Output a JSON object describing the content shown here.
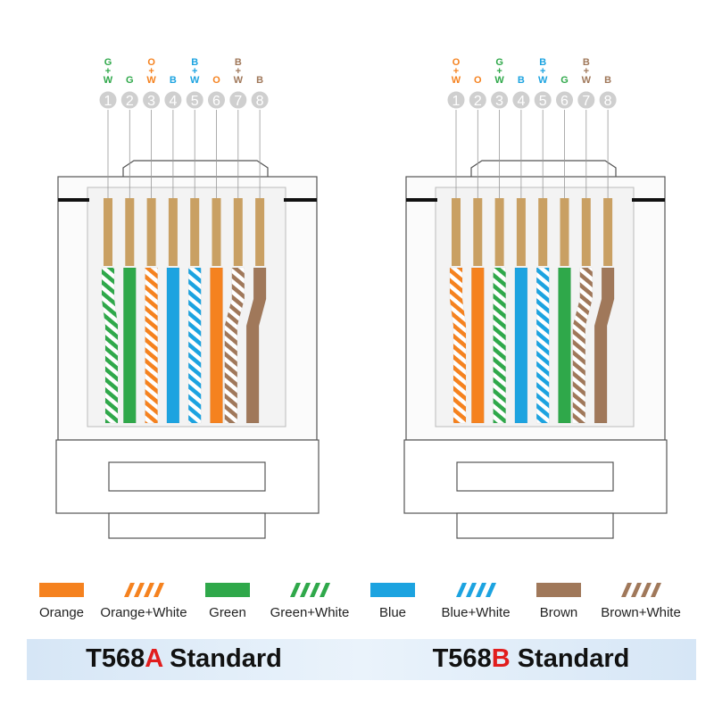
{
  "colors": {
    "orange": "#f5821f",
    "green": "#2fa84a",
    "blue": "#1ca3e0",
    "brown": "#a0785a",
    "white": "#ffffff",
    "copper": "#c9a063",
    "outline": "#555555",
    "pin_circle": "#cfcfcf",
    "red_accent": "#e11d1d"
  },
  "connectors": [
    {
      "id": "t568a",
      "pins": [
        {
          "num": "1",
          "code": [
            "G",
            "+",
            "W"
          ],
          "color": "green",
          "striped": true
        },
        {
          "num": "2",
          "code": [
            "G"
          ],
          "color": "green",
          "striped": false
        },
        {
          "num": "3",
          "code": [
            "O",
            "+",
            "W"
          ],
          "color": "orange",
          "striped": true
        },
        {
          "num": "4",
          "code": [
            "B"
          ],
          "color": "blue",
          "striped": false
        },
        {
          "num": "5",
          "code": [
            "B",
            "+",
            "W"
          ],
          "color": "blue",
          "striped": true
        },
        {
          "num": "6",
          "code": [
            "O"
          ],
          "color": "orange",
          "striped": false
        },
        {
          "num": "7",
          "code": [
            "B",
            "+",
            "W"
          ],
          "color": "brown",
          "striped": true
        },
        {
          "num": "8",
          "code": [
            "B"
          ],
          "color": "brown",
          "striped": false
        }
      ]
    },
    {
      "id": "t568b",
      "pins": [
        {
          "num": "1",
          "code": [
            "O",
            "+",
            "W"
          ],
          "color": "orange",
          "striped": true
        },
        {
          "num": "2",
          "code": [
            "O"
          ],
          "color": "orange",
          "striped": false
        },
        {
          "num": "3",
          "code": [
            "G",
            "+",
            "W"
          ],
          "color": "green",
          "striped": true
        },
        {
          "num": "4",
          "code": [
            "B"
          ],
          "color": "blue",
          "striped": false
        },
        {
          "num": "5",
          "code": [
            "B",
            "+",
            "W"
          ],
          "color": "blue",
          "striped": true
        },
        {
          "num": "6",
          "code": [
            "G"
          ],
          "color": "green",
          "striped": false
        },
        {
          "num": "7",
          "code": [
            "B",
            "+",
            "W"
          ],
          "color": "brown",
          "striped": true
        },
        {
          "num": "8",
          "code": [
            "B"
          ],
          "color": "brown",
          "striped": false
        }
      ]
    }
  ],
  "legend": [
    {
      "label": "Orange",
      "color": "orange",
      "striped": false
    },
    {
      "label": "Orange+White",
      "color": "orange",
      "striped": true
    },
    {
      "label": "Green",
      "color": "green",
      "striped": false
    },
    {
      "label": "Green+White",
      "color": "green",
      "striped": true
    },
    {
      "label": "Blue",
      "color": "blue",
      "striped": false
    },
    {
      "label": "Blue+White",
      "color": "blue",
      "striped": true
    },
    {
      "label": "Brown",
      "color": "brown",
      "striped": false
    },
    {
      "label": "Brown+White",
      "color": "brown",
      "striped": true
    }
  ],
  "standards": [
    {
      "prefix": "T568",
      "letter": "A",
      "suffix": " Standard"
    },
    {
      "prefix": "T568",
      "letter": "B",
      "suffix": " Standard"
    }
  ]
}
